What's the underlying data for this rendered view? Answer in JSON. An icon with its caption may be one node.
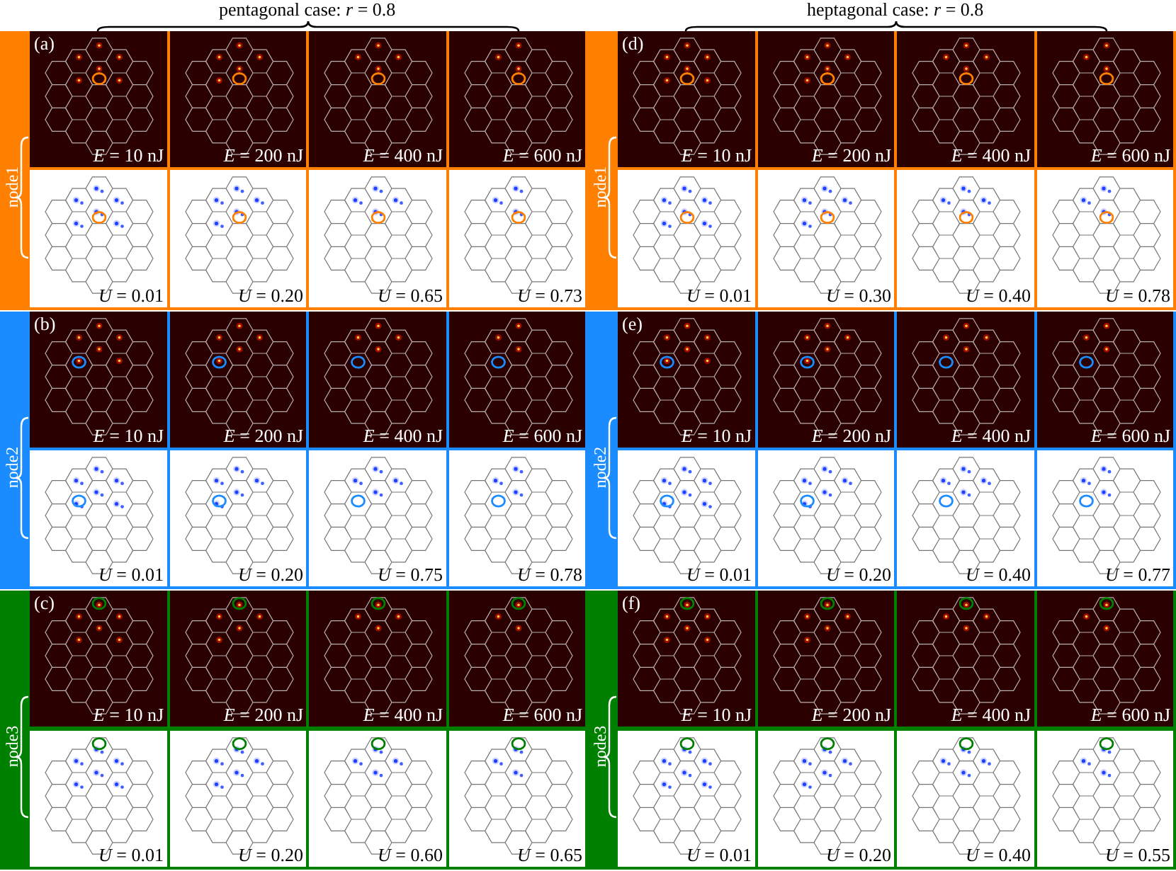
{
  "diagram": {
    "labels": [
      "pentagonal case: *r* = 0.8",
      "heptagonal case: *r* = 0.8",
      "(a)",
      "(d)",
      "node1",
      "node1",
      "*E* = 10 nJ",
      "*E* = 200 nJ",
      "*E* = 400 nJ",
      "*E* = 600 nJ",
      "*E* = 10 nJ",
      "*E* = 200 nJ",
      "*E* = 400 nJ",
      "*E* = 600 nJ",
      "*U* = 0.01",
      "*U* = 0.20",
      "*U* = 0.65",
      "*U* = 0.73",
      "*U* = 0.01",
      "*U* = 0.30",
      "*U* = 0.40",
      "*U* = 0.78",
      "(b)",
      "(e)",
      "node2",
      "node2",
      "*E* = 10 nJ",
      "*E* = 200 nJ",
      "*E* = 400 nJ",
      "*E* = 600 nJ",
      "*E* = 10 nJ",
      "*E* = 200 nJ",
      "*E* = 400 nJ",
      "*E* = 600 nJ",
      "*U* = 0.01",
      "*U* = 0.20",
      "*U* = 0.75",
      "*U* = 0.78",
      "*U* = 0.01",
      "*U* = 0.20",
      "*U* = 0.40",
      "*U* = 0.77",
      "(c)",
      "(f)",
      "node3",
      "node3",
      "*E* = 10 nJ",
      "*E* = 200 nJ",
      "*E* = 400 nJ",
      "*E* = 600 nJ",
      "*E* = 10 nJ",
      "*E* = 200 nJ",
      "*E* = 400 nJ",
      "*E* = 600 nJ",
      "*U* = 0.01",
      "*U* = 0.20",
      "*U* = 0.60",
      "*U* = 0.65",
      "*U* = 0.01",
      "*U* = 0.20",
      "*U* = 0.40",
      "*U* = 0.55"
    ]
  }
}
